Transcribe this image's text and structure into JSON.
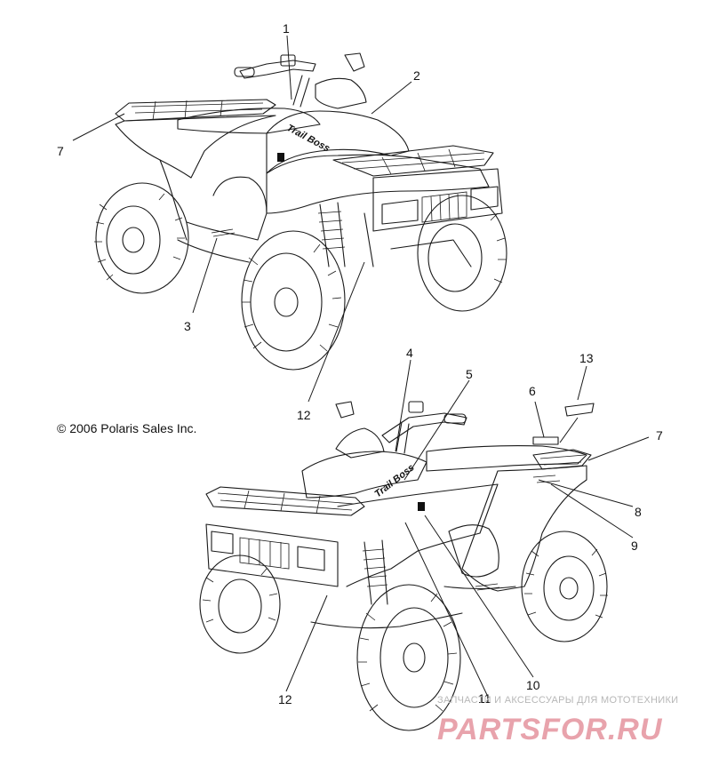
{
  "copyright": "© 2006 Polaris Sales Inc.",
  "decal_text": "Trail Boss",
  "watermark": {
    "tagline": "ЗАПЧАСТИ И АКСЕССУАРЫ ДЛЯ МОТОТЕХНИКИ",
    "brand": "PARTSFOR.RU"
  },
  "callouts": [
    "1",
    "2",
    "3",
    "4",
    "5",
    "6",
    "7",
    "7",
    "8",
    "9",
    "10",
    "11",
    "12",
    "12",
    "13"
  ],
  "colors": {
    "line": "#1a1a1a",
    "watermark_brand": "#e8a3ac",
    "watermark_tagline": "#b7b7b7"
  }
}
